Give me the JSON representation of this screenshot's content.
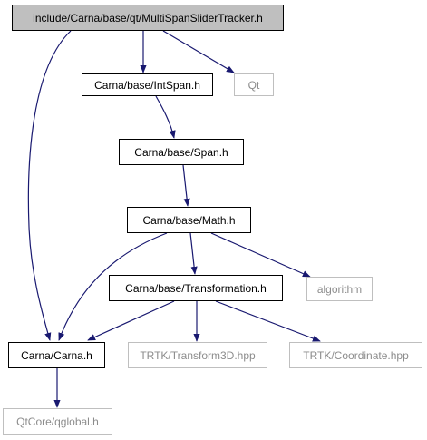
{
  "graph": {
    "colors": {
      "edge": "#191970",
      "root_fill": "#bfbfbf",
      "node_border": "#000000",
      "external_border": "#bfbfbf",
      "external_text": "#8c8c8c"
    },
    "nodes": {
      "root": "include/Carna/base/qt/MultiSpanSliderTracker.h",
      "intspan": "Carna/base/IntSpan.h",
      "qt": "Qt",
      "span": "Carna/base/Span.h",
      "math": "Carna/base/Math.h",
      "transformation": "Carna/base/Transformation.h",
      "algorithm": "algorithm",
      "carna": "Carna/Carna.h",
      "transform3d": "TRTK/Transform3D.hpp",
      "coordinate": "TRTK/Coordinate.hpp",
      "qglobal": "QtCore/qglobal.h"
    },
    "edges": [
      [
        "root",
        "intspan"
      ],
      [
        "root",
        "qt"
      ],
      [
        "root",
        "carna"
      ],
      [
        "intspan",
        "span"
      ],
      [
        "span",
        "math"
      ],
      [
        "math",
        "transformation"
      ],
      [
        "math",
        "algorithm"
      ],
      [
        "math",
        "carna"
      ],
      [
        "transformation",
        "carna"
      ],
      [
        "transformation",
        "transform3d"
      ],
      [
        "transformation",
        "coordinate"
      ],
      [
        "carna",
        "qglobal"
      ]
    ]
  }
}
